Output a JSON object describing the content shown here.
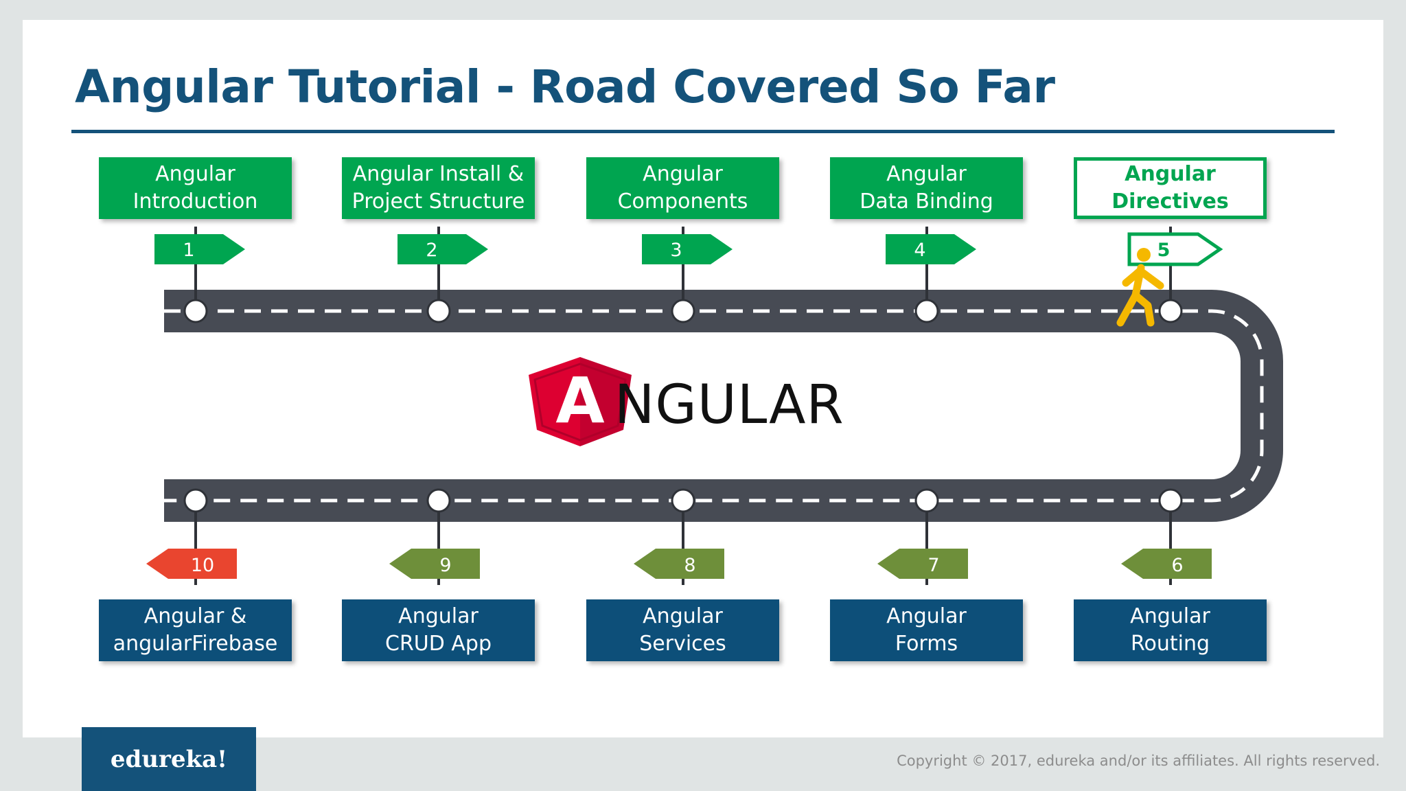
{
  "title": "Angular Tutorial - Road Covered So Far",
  "logo": {
    "letter": "A",
    "text": "NGULAR"
  },
  "brand": "edureka!",
  "copyright": "Copyright © 2017, edureka and/or its affiliates. All rights reserved.",
  "colors": {
    "done": "#00a550",
    "current_border": "#00a550",
    "future": "#0d4f79",
    "flag_future": "#6e8f3a",
    "flag_last": "#e9452f",
    "road": "#474b54",
    "title": "#14527a",
    "walker": "#f5b800"
  },
  "walker_icon": "walking-person-icon",
  "steps": [
    {
      "number": "1",
      "label": "Angular\nIntroduction",
      "status": "done"
    },
    {
      "number": "2",
      "label": "Angular Install &\nProject Structure",
      "status": "done"
    },
    {
      "number": "3",
      "label": "Angular\nComponents",
      "status": "done"
    },
    {
      "number": "4",
      "label": "Angular\nData Binding",
      "status": "done"
    },
    {
      "number": "5",
      "label": "Angular\nDirectives",
      "status": "current"
    },
    {
      "number": "6",
      "label": "Angular\nRouting",
      "status": "future"
    },
    {
      "number": "7",
      "label": "Angular\nForms",
      "status": "future"
    },
    {
      "number": "8",
      "label": "Angular\nServices",
      "status": "future"
    },
    {
      "number": "9",
      "label": "Angular\nCRUD App",
      "status": "future"
    },
    {
      "number": "10",
      "label": "Angular &\nangularFirebase",
      "status": "last"
    }
  ]
}
